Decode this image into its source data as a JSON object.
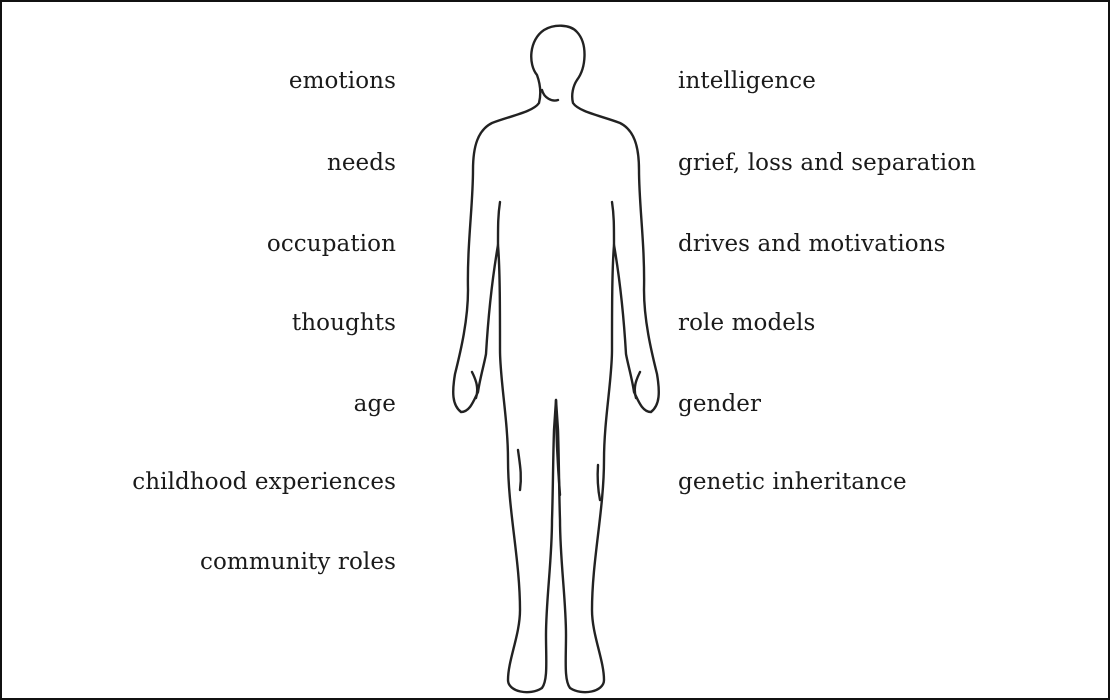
{
  "diagram": {
    "left_labels": [
      "emotions",
      "needs",
      "occupation",
      "thoughts",
      "age",
      "childhood experiences",
      "community roles"
    ],
    "right_labels": [
      "intelligence",
      "grief, loss and separation",
      "drives and motivations",
      "role models",
      "gender",
      "genetic inheritance"
    ],
    "figure_icon": "human-body-outline-icon",
    "colors": {
      "text": "#1a1a1a",
      "outline": "#222222",
      "border": "#111111",
      "background": "#ffffff"
    }
  }
}
